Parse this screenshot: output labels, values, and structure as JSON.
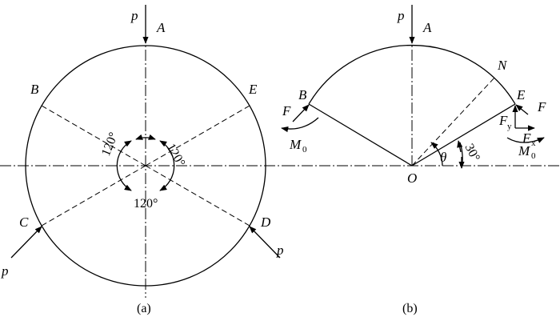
{
  "figure_a": {
    "caption": "(a)",
    "points": {
      "A": "A",
      "B": "B",
      "C": "C",
      "D": "D",
      "E": "E"
    },
    "load_labels": [
      "p",
      "p",
      "p"
    ],
    "angle_labels": [
      "120°",
      "120°",
      "120°"
    ]
  },
  "figure_b": {
    "caption": "(b)",
    "points": {
      "A": "A",
      "B": "B",
      "E": "E",
      "N": "N",
      "O": "O"
    },
    "load_label": "p",
    "force_labels": {
      "F_left": "F",
      "F_right": "F",
      "M0": "M",
      "M0_sub": "0",
      "Fy": "F",
      "Fy_sub": "y",
      "Fx": "F",
      "Fx_sub": "x"
    },
    "angle_labels": {
      "theta": "θ",
      "thirty": "30°"
    }
  }
}
